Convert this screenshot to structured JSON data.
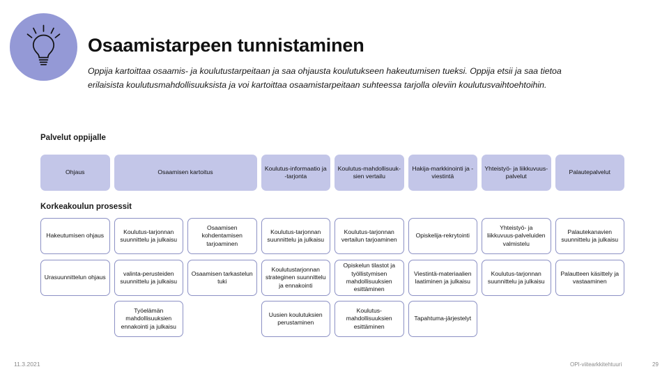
{
  "slide": {
    "title": "Osaamistarpeen tunnistaminen",
    "subtitle": "Oppija kartoittaa osaamis- ja koulutustarpeitaan ja saa ohjausta koulutukseen hakeutumisen tueksi. Oppija etsii ja saa tietoa erilaisista koulutusmahdollisuuksista ja voi kartoittaa osaamistarpeitaan suhteessa tarjolla oleviin koulutusvaihtoehtoihin.",
    "icon": "lightbulb-icon",
    "accent_color": "#9499d6",
    "service_box_color": "#c3c6e8",
    "process_box_border_color": "#8b90c4"
  },
  "services": {
    "heading": "Palvelut oppijalle",
    "items": [
      {
        "label": "Ohjaus",
        "span": 1
      },
      {
        "label": "Osaamisen kartoitus",
        "span": 2
      },
      {
        "label": "Koulutus-informaatio ja -tarjonta",
        "span": 1
      },
      {
        "label": "Koulutus-mahdollisuuk-sien vertailu",
        "span": 1
      },
      {
        "label": "Hakija-markkinointi ja -viestintä",
        "span": 1
      },
      {
        "label": "Yhteistyö- ja liikkuvuus-palvelut",
        "span": 1
      },
      {
        "label": "Palautepalvelut",
        "span": 1
      }
    ]
  },
  "processes": {
    "heading": "Korkeakoulun prosessit",
    "rows": [
      [
        "Hakeutumisen ohjaus",
        "Koulutus-tarjonnan suunnittelu ja julkaisu",
        "Osaamisen kohdentamisen tarjoaminen",
        "Koulutus-tarjonnan suunnittelu ja julkaisu",
        "Koulutus-tarjonnan vertailun tarjoaminen",
        "Opiskelija-rekrytointi",
        "Yhteistyö- ja liikkuvuus-palveluiden valmistelu",
        "Palautekanavien suunnittelu ja julkaisu"
      ],
      [
        "Urasuunnittelun ohjaus",
        "valinta-perusteiden suunnittelu ja julkaisu",
        "Osaamisen tarkastelun tuki",
        "Koulutustarjonnan strateginen suunnittelu ja ennakointi",
        "Opiskelun tilastot ja työllistymisen mahdollisuuksien esittäminen",
        "Viestintä-materiaalien laatiminen ja julkaisu",
        "Koulutus-tarjonnan suunnittelu ja julkaisu",
        "Palautteen käsittely ja vastaaminen"
      ],
      [
        "",
        "Työelämän mahdollisuuksien ennakointi ja julkaisu",
        "",
        "Uusien koulutuksien perustaminen",
        "Koulutus-mahdollisuuksien esittäminen",
        "Tapahtuma-järjestelyt",
        "",
        ""
      ]
    ]
  },
  "footer": {
    "date": "11.3.2021",
    "reference": "OPI-viitearkkitehtuuri",
    "page_number": "29"
  }
}
